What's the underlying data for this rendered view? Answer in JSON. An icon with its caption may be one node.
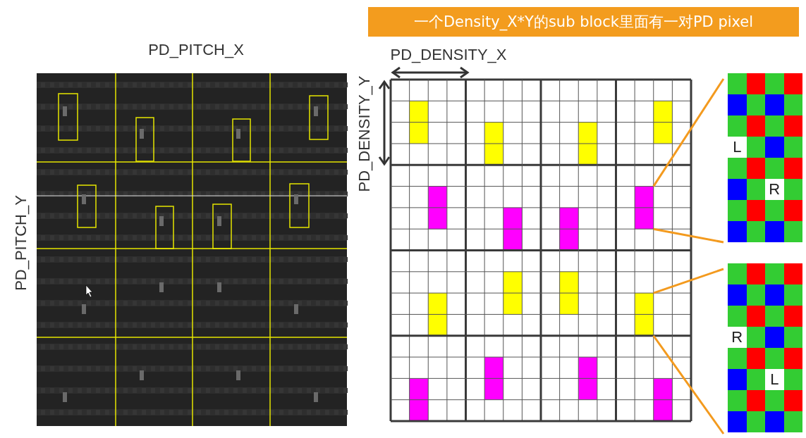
{
  "diagram": {
    "title": "一个Density_X*Y的sub block里面有一对PD pixel",
    "nodes": [
      {
        "text": [],
        "shape": "box"
      },
      {
        "text": [
          "L",
          "R"
        ]
      },
      {
        "text": [],
        "shape": "box"
      },
      {
        "text": [
          "R",
          "L"
        ]
      }
    ],
    "edges": [
      {
        "from": 0,
        "to": 1,
        "arrow": "none"
      },
      {
        "from": 0,
        "to": 1,
        "arrow": "none"
      },
      {
        "from": 2,
        "to": 3,
        "arrow": "none"
      },
      {
        "from": 2,
        "to": 3,
        "arrow": "none"
      }
    ],
    "labels": [
      "PD_PITCH_X",
      "PD_PITCH_Y",
      "PD_DENSITY_X",
      "PD_DENSITY_Y"
    ]
  }
}
